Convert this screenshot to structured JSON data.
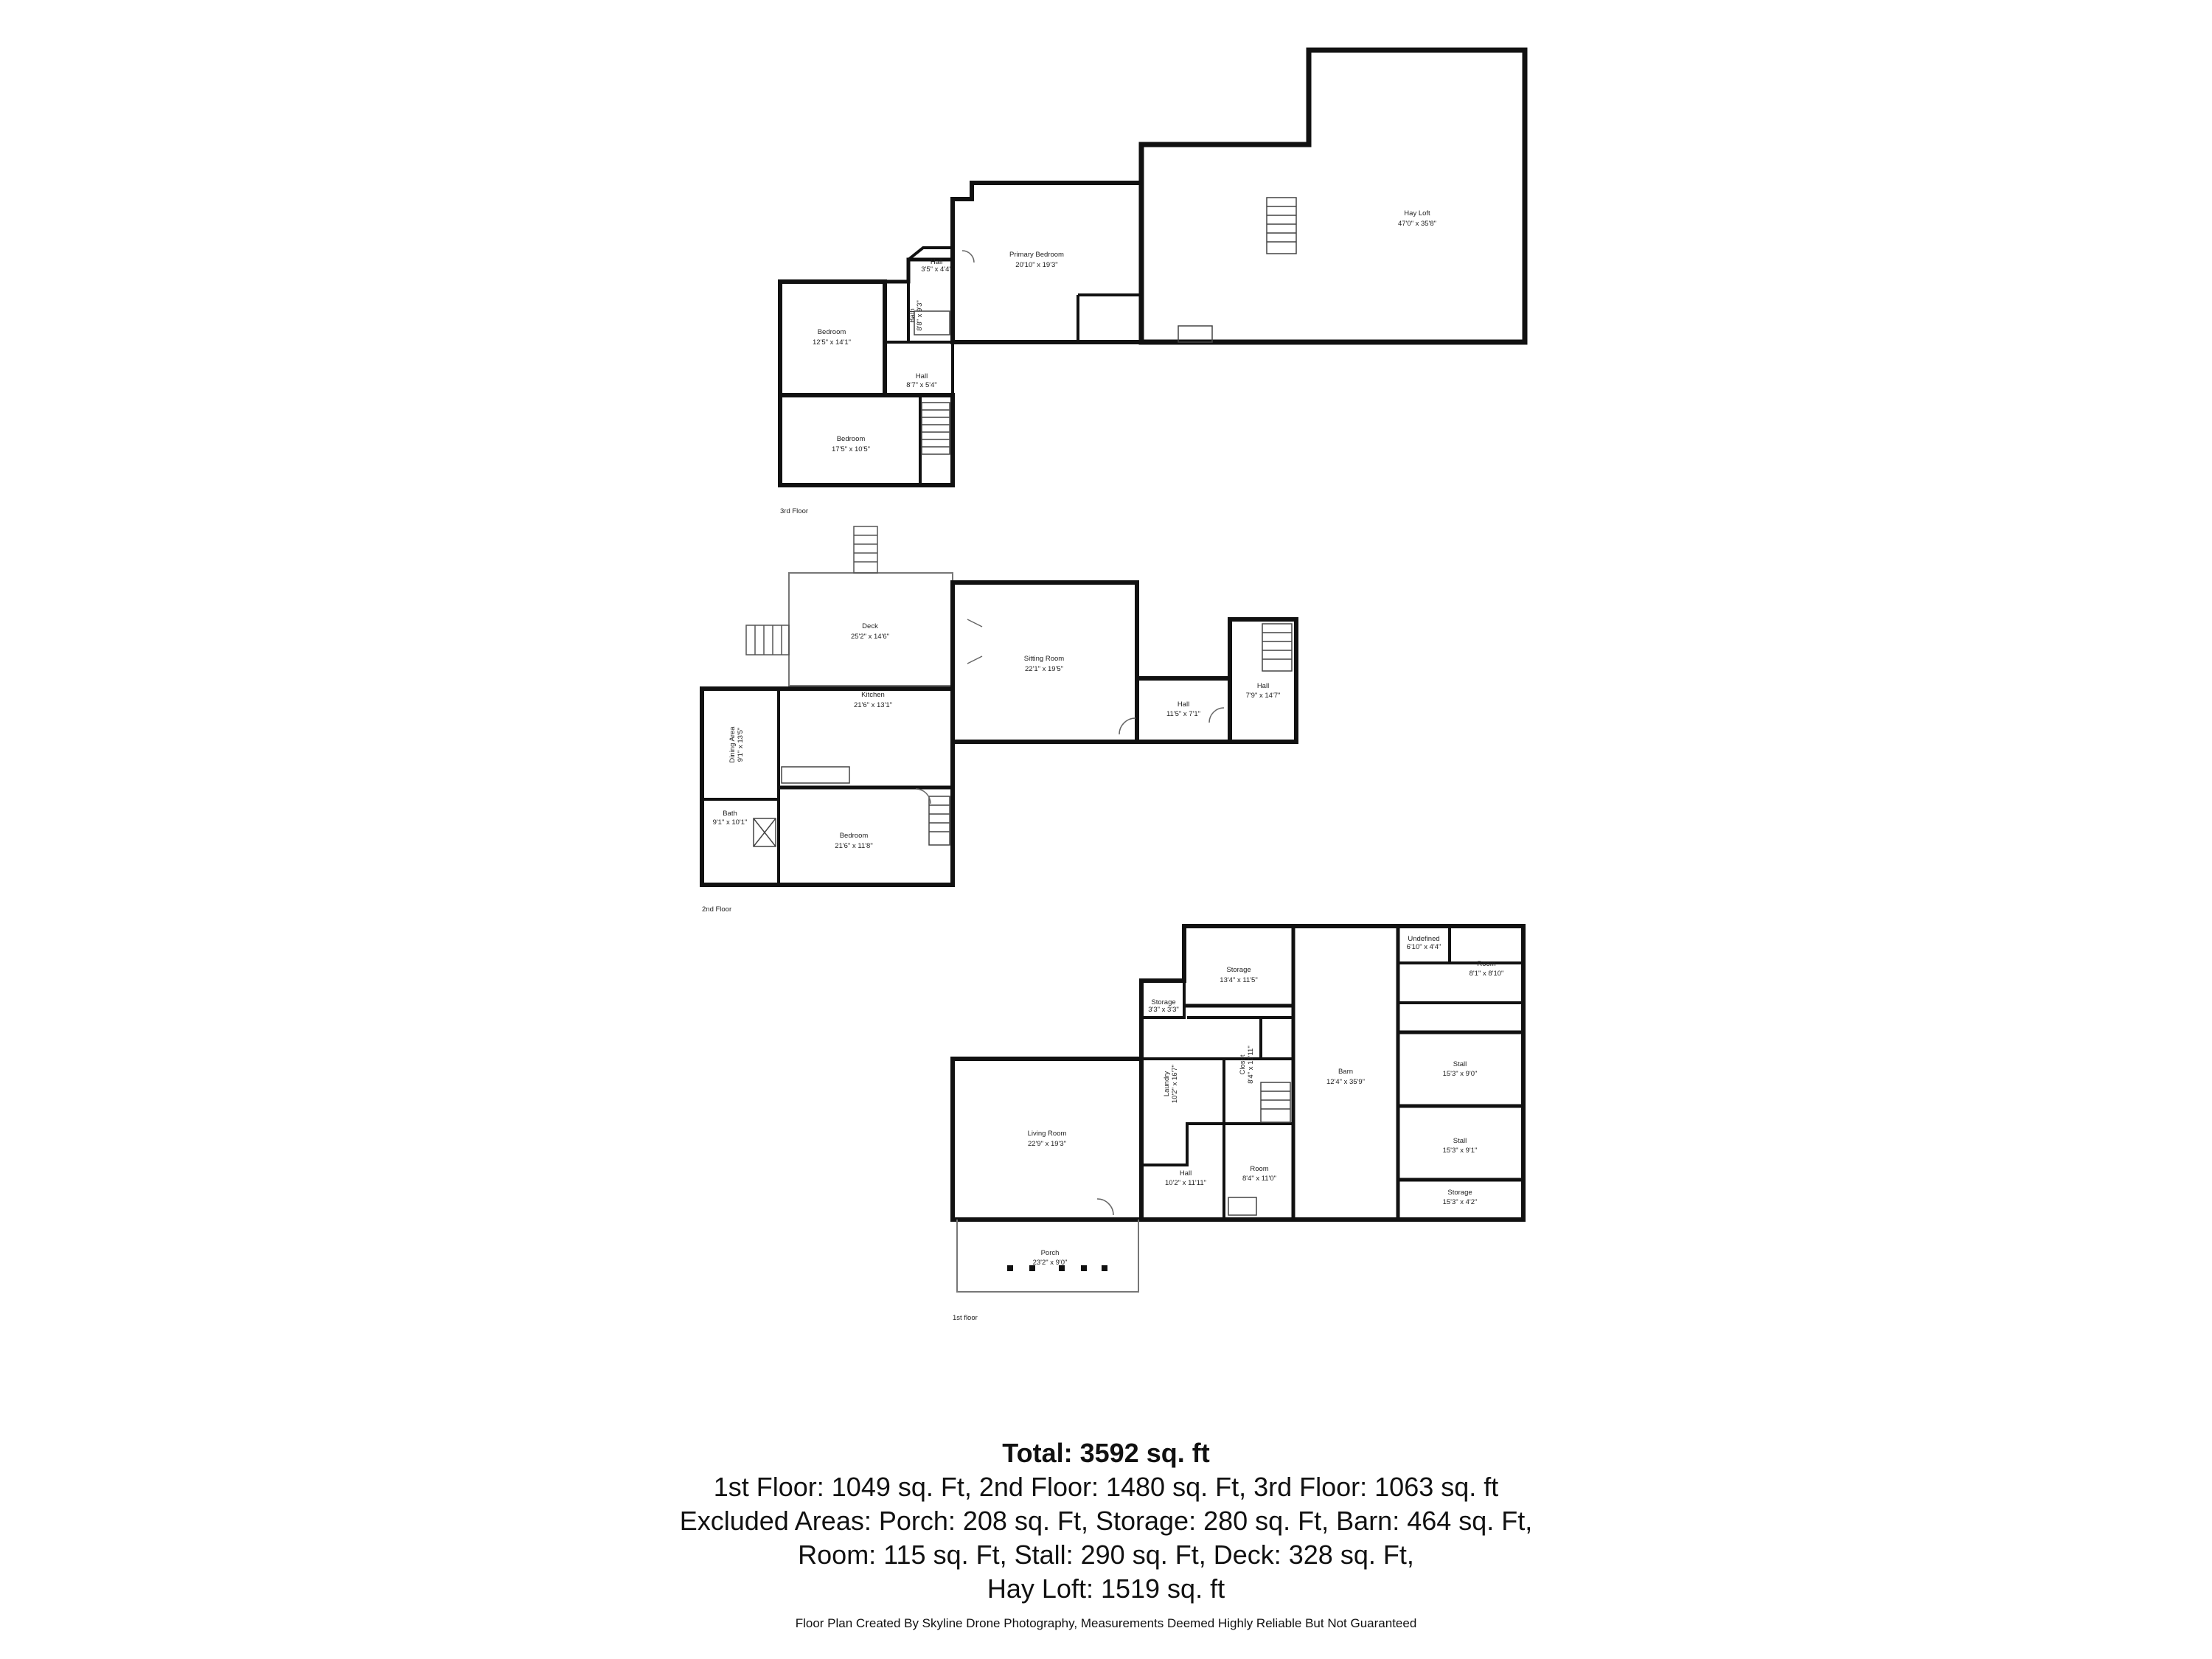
{
  "floors": {
    "third": {
      "label": "3rd Floor",
      "rooms": [
        {
          "name": "Hay Loft",
          "dims": "47'0\" x 35'8\""
        },
        {
          "name": "Primary Bedroom",
          "dims": "20'10\" x 19'3\""
        },
        {
          "name": "Hall",
          "dims": "3'5\" x 4'4\""
        },
        {
          "name": "Bath",
          "dims": "8'8\" x 9'3\""
        },
        {
          "name": "Bedroom",
          "dims": "12'5\" x 14'1\""
        },
        {
          "name": "Hall",
          "dims": "8'7\" x 5'4\""
        },
        {
          "name": "Bedroom",
          "dims": "17'5\" x 10'5\""
        }
      ]
    },
    "second": {
      "label": "2nd Floor",
      "rooms": [
        {
          "name": "Deck",
          "dims": "25'2\" x 14'6\""
        },
        {
          "name": "Sitting Room",
          "dims": "22'1\" x 19'5\""
        },
        {
          "name": "Hall",
          "dims": "11'5\" x 7'1\""
        },
        {
          "name": "Hall",
          "dims": "7'9\" x 14'7\""
        },
        {
          "name": "Dining Area",
          "dims": "9'1\" x 13'5\""
        },
        {
          "name": "Kitchen",
          "dims": "21'6\" x 13'1\""
        },
        {
          "name": "Bath",
          "dims": "9'1\" x 10'1\""
        },
        {
          "name": "Bedroom",
          "dims": "21'6\" x 11'8\""
        }
      ]
    },
    "first": {
      "label": "1st floor",
      "rooms": [
        {
          "name": "Storage",
          "dims": "13'4\" x 11'5\""
        },
        {
          "name": "Undefined",
          "dims": "6'10\" x 4'4\""
        },
        {
          "name": "Room",
          "dims": "8'1\" x 8'10\""
        },
        {
          "name": "Storage",
          "dims": "3'3\" x 3'3\""
        },
        {
          "name": "Barn",
          "dims": "12'4\" x 35'9\""
        },
        {
          "name": "Laundry",
          "dims": "10'2\" x 16'7\""
        },
        {
          "name": "Closet",
          "dims": "8'4\" x 12'11\""
        },
        {
          "name": "Stall",
          "dims": "15'3\" x 9'0\""
        },
        {
          "name": "Living Room",
          "dims": "22'9\" x 19'3\""
        },
        {
          "name": "Stall",
          "dims": "15'3\" x 9'1\""
        },
        {
          "name": "Room",
          "dims": "8'4\" x 11'0\""
        },
        {
          "name": "Hall",
          "dims": "10'2\" x 11'11\""
        },
        {
          "name": "Storage",
          "dims": "15'3\" x 4'2\""
        },
        {
          "name": "Porch",
          "dims": "23'2\" x 9'0\""
        }
      ]
    }
  },
  "summary": {
    "total": "Total: 3592 sq. ft",
    "lines": [
      "1st Floor: 1049 sq. Ft, 2nd Floor: 1480 sq. Ft, 3rd Floor: 1063 sq. ft",
      "Excluded Areas: Porch: 208 sq. Ft, Storage: 280 sq. Ft, Barn: 464 sq. Ft,",
      "Room: 115 sq. Ft, Stall: 290 sq. Ft, Deck: 328 sq. Ft,",
      "Hay Loft: 1519 sq. ft"
    ]
  },
  "credit": "Floor Plan Created By Skyline Drone Photography, Measurements Deemed Highly Reliable But Not Guaranteed",
  "colors": {
    "wall": "#111111",
    "thin": "#777777",
    "text": "#222222"
  }
}
